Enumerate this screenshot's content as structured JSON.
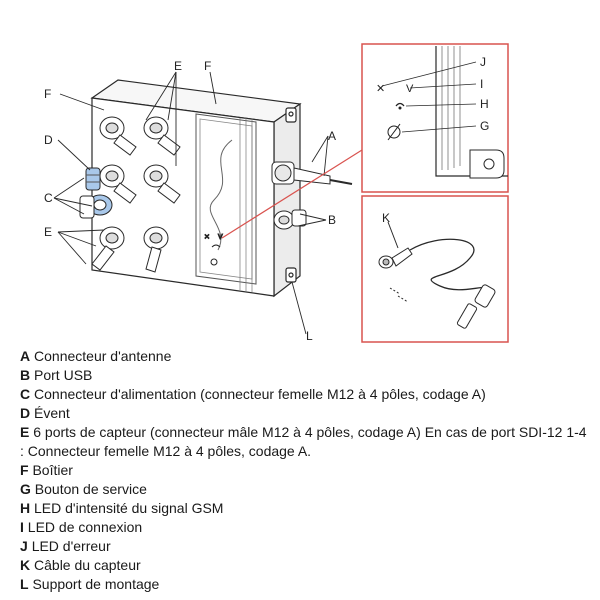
{
  "callouts": {
    "A": "A",
    "B": "B",
    "C": "C",
    "D": "D",
    "E": "E",
    "F": "F",
    "G": "G",
    "H": "H",
    "I": "I",
    "J": "J",
    "K": "K",
    "L": "L"
  },
  "legend": [
    {
      "key": "A",
      "text": "Connecteur d'antenne"
    },
    {
      "key": "B",
      "text": "Port USB"
    },
    {
      "key": "C",
      "text": "Connecteur d'alimentation (connecteur femelle M12 à 4 pôles, codage A)"
    },
    {
      "key": "D",
      "text": "Évent"
    },
    {
      "key": "E",
      "text": "6 ports de capteur (connecteur mâle M12 à 4 pôles, codage A) En cas de port SDI-12 1-4 : Connecteur femelle M12 à 4 pôles, codage A."
    },
    {
      "key": "F",
      "text": "Boîtier"
    },
    {
      "key": "G",
      "text": "Bouton de service"
    },
    {
      "key": "H",
      "text": "LED d'intensité du signal GSM"
    },
    {
      "key": "I",
      "text": "LED de connexion"
    },
    {
      "key": "J",
      "text": "LED d'erreur"
    },
    {
      "key": "K",
      "text": "Câble du capteur"
    },
    {
      "key": "L",
      "text": "Support de montage"
    }
  ],
  "colors": {
    "callout_box": "#d9534f",
    "highlight": "#a9c8ea",
    "line": "#2a2a2a"
  }
}
